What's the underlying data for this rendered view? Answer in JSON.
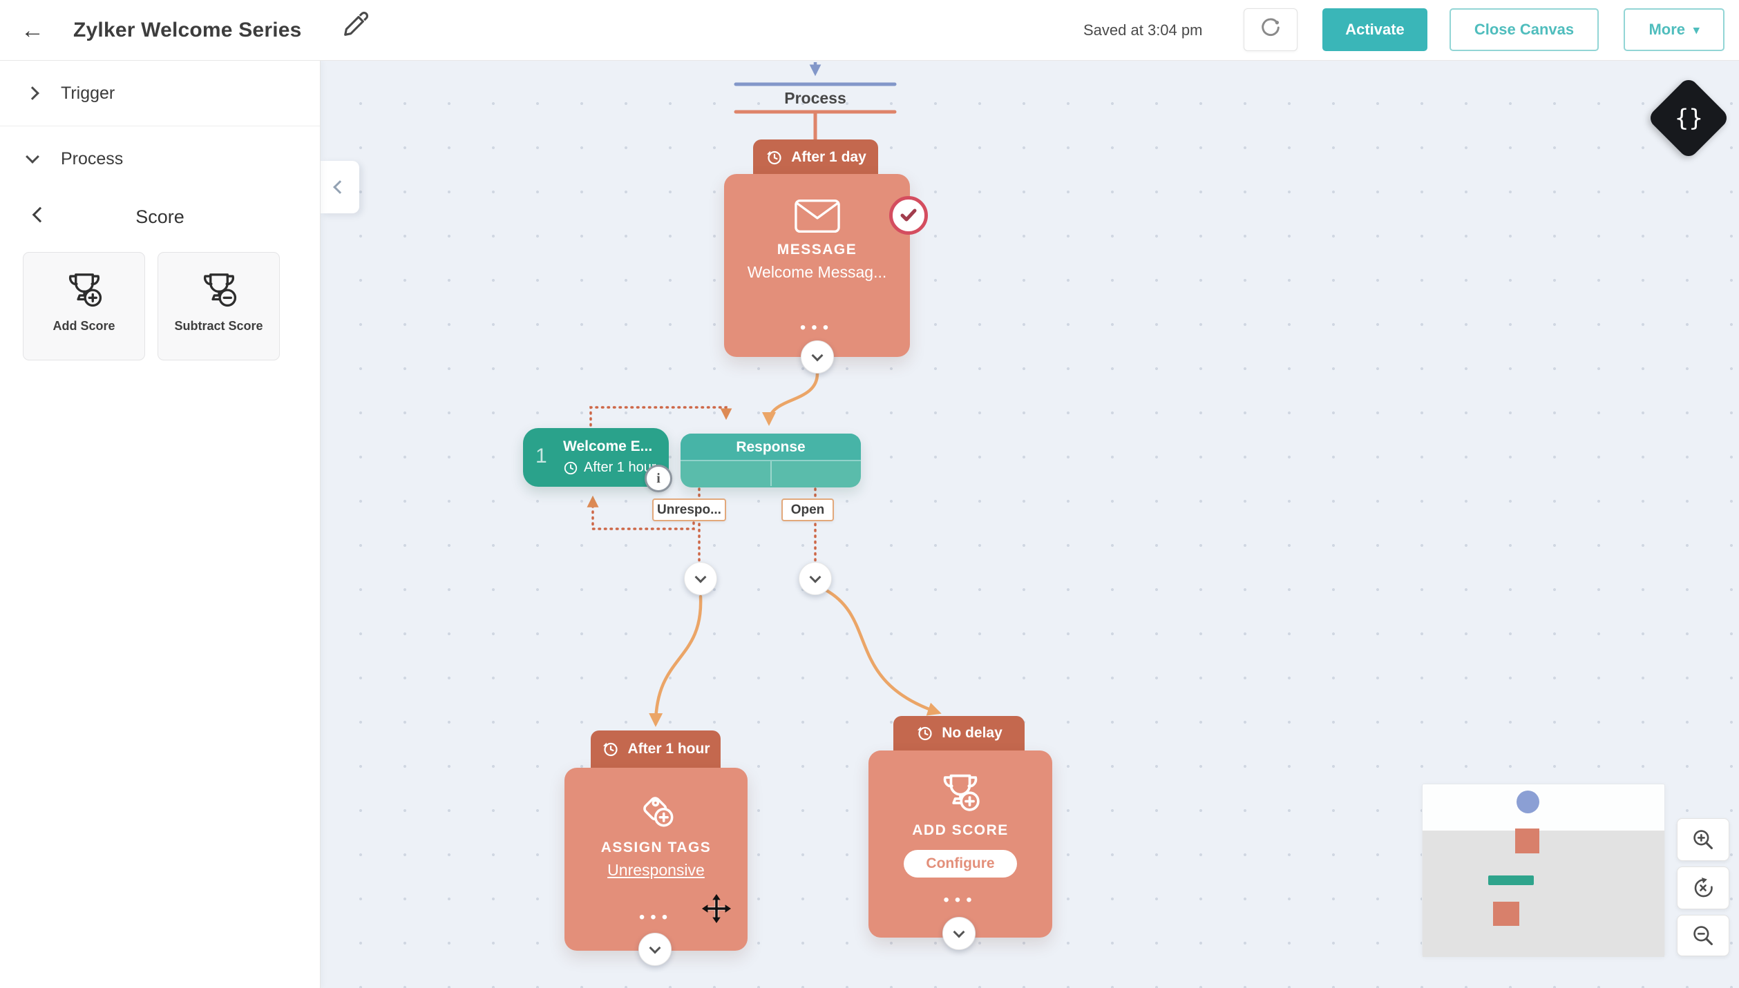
{
  "topbar": {
    "title": "Zylker Welcome Series",
    "saved_status": "Saved at 3:04 pm",
    "activate_label": "Activate",
    "close_canvas_label": "Close Canvas",
    "more_label": "More"
  },
  "sidebar": {
    "trigger_label": "Trigger",
    "process_label": "Process",
    "score_panel": {
      "title": "Score",
      "items": [
        {
          "label": "Add Score"
        },
        {
          "label": "Subtract Score"
        }
      ]
    }
  },
  "canvas": {
    "process_label": "Process",
    "message_node": {
      "delay": "After 1 day",
      "type": "MESSAGE",
      "name": "Welcome Messag..."
    },
    "welcome_email_node": {
      "index": "1",
      "name": "Welcome E...",
      "delay": "After 1 hour"
    },
    "response_node": {
      "title": "Response",
      "branches": [
        {
          "label": "Unrespo..."
        },
        {
          "label": "Open"
        }
      ]
    },
    "assign_tags_node": {
      "delay": "After 1 hour",
      "type": "ASSIGN TAGS",
      "name": "Unresponsive"
    },
    "add_score_node": {
      "delay": "No delay",
      "type": "ADD SCORE",
      "action_label": "Configure"
    }
  },
  "icons": {
    "back_arrow": "←",
    "more_caret": "▾",
    "braces": "{}",
    "ellipsis": "•••"
  },
  "colors": {
    "accent_teal": "#3ab6b8",
    "node_salmon": "#e38f7a",
    "badge_terracotta": "#c4684e",
    "node_green": "#2aa28b",
    "response_teal": "#47b4a7",
    "connector_orange": "#eba567",
    "connector_dotted": "#cd6747",
    "trigger_blue": "#8297c9",
    "status_check_red": "#d44d5f"
  }
}
